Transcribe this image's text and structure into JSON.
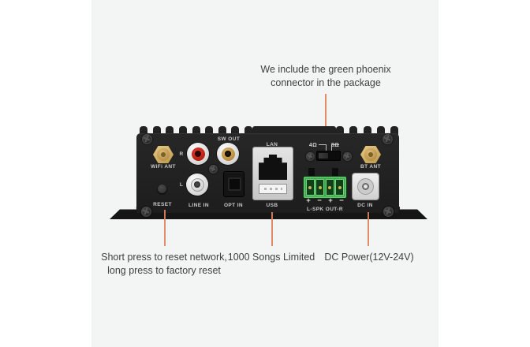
{
  "colors": {
    "page_bg": "#ffffff",
    "panel_bg": "#f3f4f4",
    "device_body": "#212121",
    "leader_line": "#e0815c",
    "phoenix_green": "#3da94a",
    "antenna_gold": "#d9b873",
    "rca_red": "#c3261c",
    "rca_orange": "#c59b4a",
    "rca_white": "#e0e0e0",
    "annotation_text": "#3f3f3f",
    "device_label_text": "#c9c9c9"
  },
  "annotations": {
    "phoenix": {
      "line1": "We include the green phoenix",
      "line2": "connector in the package"
    },
    "reset": {
      "line1": "Short press to reset network,",
      "line2": "long press to factory reset"
    },
    "usb": {
      "text": "1000 Songs Limited"
    },
    "dc_power": {
      "text": "DC Power(12V-24V)"
    }
  },
  "device": {
    "labels": {
      "wifi_ant": "WiFi ANT",
      "reset": "RESET",
      "channel_r": "R",
      "channel_l": "L",
      "line_in": "LINE IN",
      "sw_out": "SW OUT",
      "opt_in": "OPT IN",
      "lan": "LAN",
      "usb": "USB",
      "impedance_4": "4Ω",
      "impedance_8": "8Ω",
      "speaker_out": "L-SPK OUT-R",
      "bt_ant": "BT ANT",
      "dc_in": "DC IN"
    },
    "polarity": [
      "+",
      "−",
      "+",
      "−"
    ]
  }
}
